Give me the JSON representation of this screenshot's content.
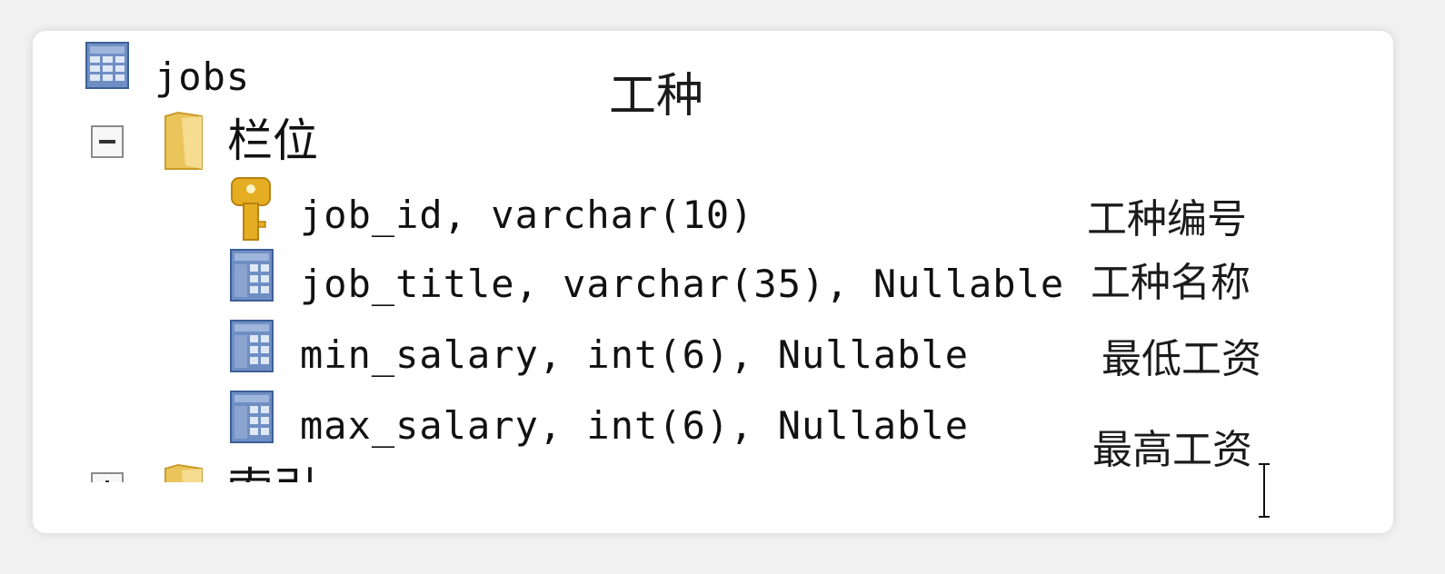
{
  "tree": {
    "table": {
      "name": "jobs",
      "icon": "table-icon"
    },
    "columns_folder": {
      "label": "栏位",
      "expander": "collapse-icon",
      "icon": "folder-icon"
    },
    "columns": [
      {
        "text": "job_id, varchar(10)",
        "icon": "primary-key-icon"
      },
      {
        "text": "job_title, varchar(35), Nullable",
        "icon": "column-icon"
      },
      {
        "text": "min_salary, int(6), Nullable",
        "icon": "column-icon"
      },
      {
        "text": "max_salary, int(6), Nullable",
        "icon": "column-icon"
      }
    ],
    "indexes_folder": {
      "label": "索引",
      "expander": "expand-icon",
      "icon": "folder-icon"
    }
  },
  "annotations": {
    "table_label": "工种",
    "column_labels": [
      "工种编号",
      "工种名称",
      "最低工资",
      "最高工资"
    ]
  },
  "colors": {
    "folder": "#e8c25a",
    "key": "#e0a91c",
    "table_icon": "#5a7fb8"
  }
}
